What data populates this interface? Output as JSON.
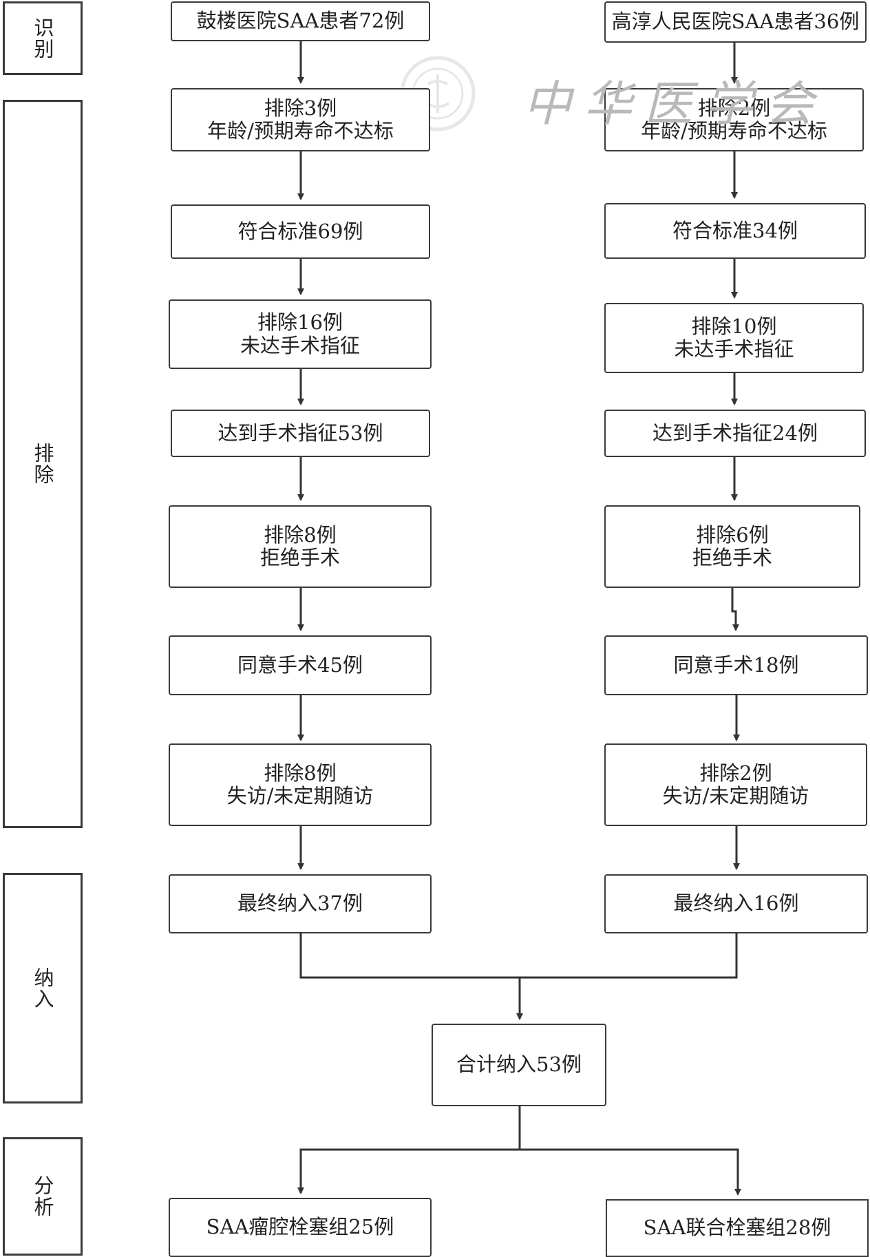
{
  "stages": {
    "identify": "识别",
    "exclude": "排除",
    "include": "纳入",
    "analyze": "分析"
  },
  "left": {
    "source": "鼓楼医院SAA患者72例",
    "ex1_count": "排除3例",
    "ex1_reason": "年龄/预期寿命不达标",
    "meet": "符合标准69例",
    "ex2_count": "排除16例",
    "ex2_reason": "未达手术指征",
    "indicated": "达到手术指征53例",
    "ex3_count": "排除8例",
    "ex3_reason": "拒绝手术",
    "agree": "同意手术45例",
    "ex4_count": "排除8例",
    "ex4_reason": "失访/未定期随访",
    "final": "最终纳入37例"
  },
  "right": {
    "source": "高淳人民医院SAA患者36例",
    "ex1_count": "排除2例",
    "ex1_reason": "年龄/预期寿命不达标",
    "meet": "符合标准34例",
    "ex2_count": "排除10例",
    "ex2_reason": "未达手术指征",
    "indicated": "达到手术指征24例",
    "ex3_count": "排除6例",
    "ex3_reason": "拒绝手术",
    "agree": "同意手术18例",
    "ex4_count": "排除2例",
    "ex4_reason": "失访/未定期随访",
    "final": "最终纳入16例"
  },
  "total": "合计纳入53例",
  "groups": {
    "embolization": "SAA瘤腔栓塞组25例",
    "combined": "SAA联合栓塞组28例"
  },
  "watermark": "中华医学会"
}
